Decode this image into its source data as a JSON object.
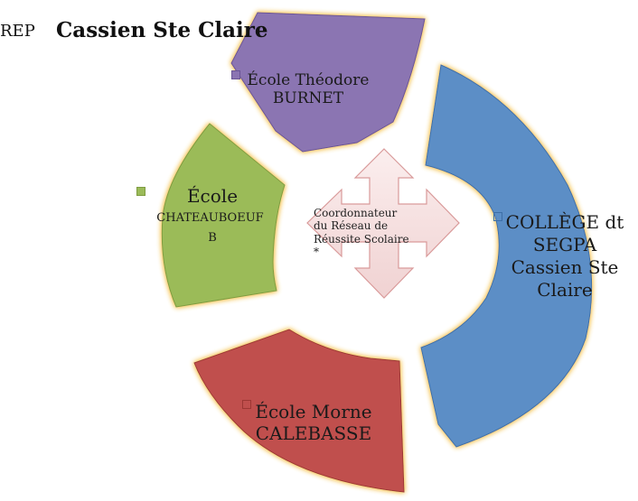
{
  "title": {
    "prefix": "REP",
    "main": "Cassien Ste Claire"
  },
  "center": {
    "line1": "Coordonnateur",
    "line2": "du Réseau de",
    "line3": "Réussite Scolaire",
    "line4": "*"
  },
  "segments": {
    "burnet": {
      "label": "École Théodore BURNET",
      "color": "#8b74b2"
    },
    "chateau": {
      "line1": "École",
      "line2": "CHATEAUBOEUF",
      "line3": "B",
      "color": "#9bbb59"
    },
    "college": {
      "label": "COLLÈGE dt SEGPA Cassien Ste Claire",
      "color": "#5b8ec6"
    },
    "morne": {
      "label": "École Morne CALEBASSE",
      "color": "#c0504d"
    }
  },
  "glow_color": "#f6c453"
}
